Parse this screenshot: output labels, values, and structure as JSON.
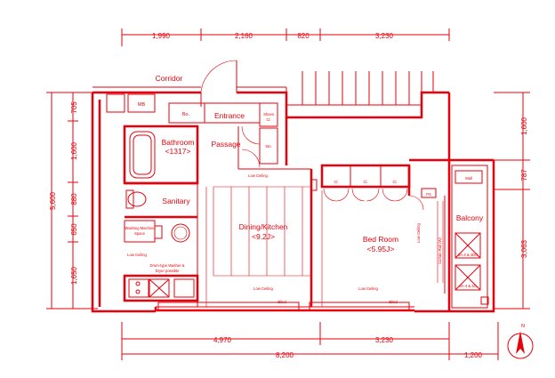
{
  "plan": {
    "dims_top": [
      "1,990",
      "2,160",
      "820",
      "3,230"
    ],
    "dims_left": [
      "705",
      "1,600",
      "880",
      "650",
      "1,650"
    ],
    "total_left": "5,600",
    "dims_right": [
      "1,600",
      "787",
      "3,063"
    ],
    "dims_bottom": [
      "4,970",
      "3,230"
    ],
    "total_bottom": "8,200",
    "balcony_depth": "1,200",
    "rooms": {
      "corridor": "Corridor",
      "mb": "MB",
      "entrance": "Entrance",
      "bathroom": "Bathroom",
      "bathroom_size": "<1317>",
      "passage": "Passage",
      "sanitary": "Sanitary",
      "dining_kitchen": "Dining/Kitchen",
      "dining_kitchen_size": "<9.2J>",
      "bed_room": "Bed Room",
      "bed_room_size": "<5.95J>",
      "balcony": "Balcony"
    },
    "labels": {
      "bo": "Bo.",
      "shoes": "Shoes",
      "cl": "Cl.",
      "sto": "Sto.",
      "cl1": "Cl.",
      "cl2": "Cl.",
      "cl3": "Cl.",
      "ps": "PS",
      "wall": "Wall",
      "low_ceiling_passage": "Low Ceiling",
      "low_ceiling_left": "Low Ceiling",
      "low_ceiling_kitchen": "Low Ceiling",
      "low_ceiling_bed": "Low Ceiling",
      "low_ceiling_bed_side": "Low Ceiling",
      "curtain_rail": "Curtain Rail (W)",
      "blind_left": "Blind",
      "blind_right": "Blind",
      "washing_machine": "Washing Machine",
      "space": "Space",
      "wm_pan": "Drum-type Washer &",
      "wm_pan2": "Dryer possible",
      "evac": "3A-4 & 4DC",
      "evac2": "3A-4 & 3C"
    },
    "north": "N"
  }
}
